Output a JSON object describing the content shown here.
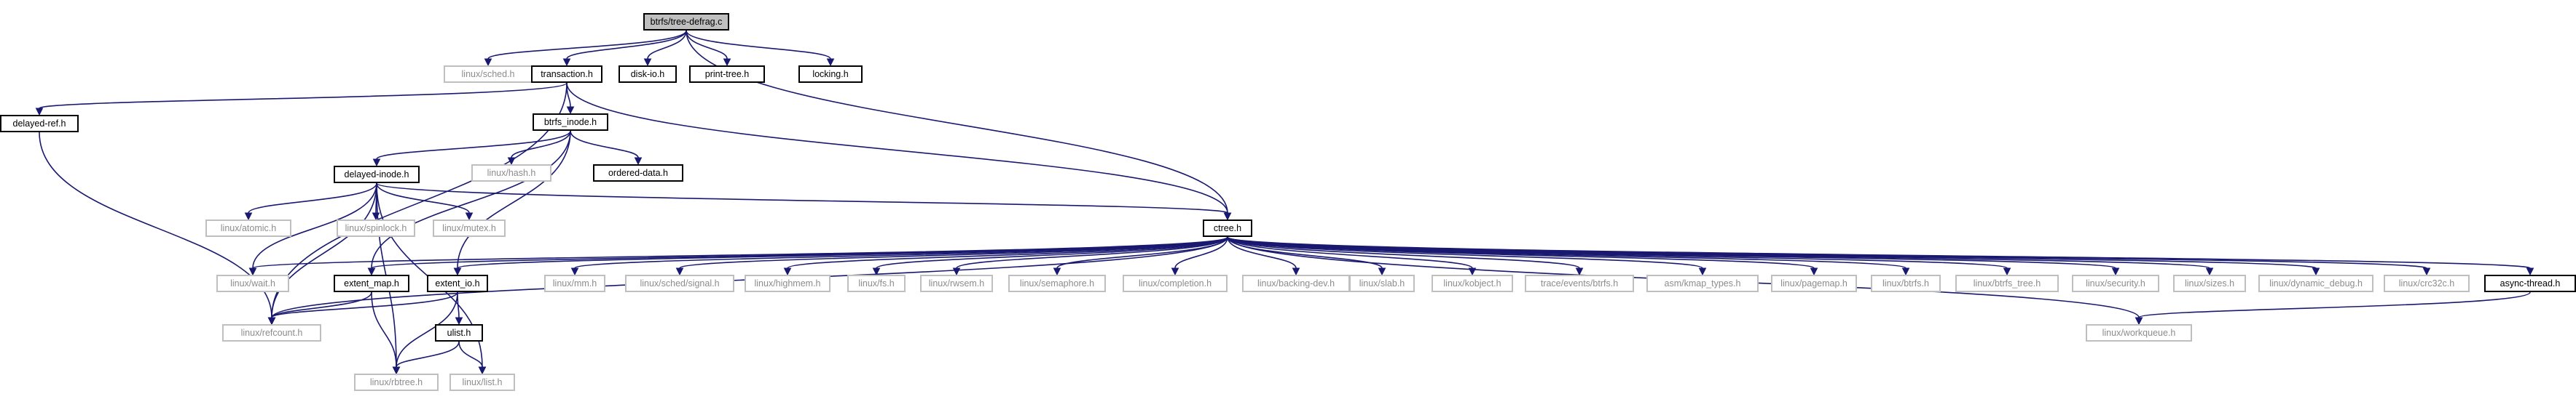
{
  "colors": {
    "edge": "#191970",
    "root_fill": "#bfbfbf",
    "documented_border": "#000000",
    "external_border": "#bfbfbf",
    "external_text": "#8c8c8c"
  },
  "graph": {
    "nodes": [
      {
        "id": "root",
        "label": "btrfs/tree-defrag.c",
        "kind": "root"
      },
      {
        "id": "linux_sched",
        "label": "linux/sched.h",
        "kind": "external"
      },
      {
        "id": "transaction",
        "label": "transaction.h",
        "kind": "documented"
      },
      {
        "id": "disk_io",
        "label": "disk-io.h",
        "kind": "documented"
      },
      {
        "id": "print_tree",
        "label": "print-tree.h",
        "kind": "documented"
      },
      {
        "id": "locking",
        "label": "locking.h",
        "kind": "documented"
      },
      {
        "id": "delayed_ref",
        "label": "delayed-ref.h",
        "kind": "documented"
      },
      {
        "id": "btrfs_inode",
        "label": "btrfs_inode.h",
        "kind": "documented"
      },
      {
        "id": "linux_hash",
        "label": "linux/hash.h",
        "kind": "external"
      },
      {
        "id": "ordered_data",
        "label": "ordered-data.h",
        "kind": "documented"
      },
      {
        "id": "delayed_inode",
        "label": "delayed-inode.h",
        "kind": "documented"
      },
      {
        "id": "linux_atomic",
        "label": "linux/atomic.h",
        "kind": "external"
      },
      {
        "id": "linux_spinlock",
        "label": "linux/spinlock.h",
        "kind": "external"
      },
      {
        "id": "linux_mutex",
        "label": "linux/mutex.h",
        "kind": "external"
      },
      {
        "id": "ctree",
        "label": "ctree.h",
        "kind": "documented"
      },
      {
        "id": "linux_wait",
        "label": "linux/wait.h",
        "kind": "external"
      },
      {
        "id": "extent_map",
        "label": "extent_map.h",
        "kind": "documented"
      },
      {
        "id": "extent_io",
        "label": "extent_io.h",
        "kind": "documented"
      },
      {
        "id": "linux_mm",
        "label": "linux/mm.h",
        "kind": "external"
      },
      {
        "id": "linux_sched_signal",
        "label": "linux/sched/signal.h",
        "kind": "external"
      },
      {
        "id": "linux_highmem",
        "label": "linux/highmem.h",
        "kind": "external"
      },
      {
        "id": "linux_fs",
        "label": "linux/fs.h",
        "kind": "external"
      },
      {
        "id": "linux_rwsem",
        "label": "linux/rwsem.h",
        "kind": "external"
      },
      {
        "id": "linux_semaphore",
        "label": "linux/semaphore.h",
        "kind": "external"
      },
      {
        "id": "linux_completion",
        "label": "linux/completion.h",
        "kind": "external"
      },
      {
        "id": "linux_backing_dev",
        "label": "linux/backing-dev.h",
        "kind": "external"
      },
      {
        "id": "linux_slab",
        "label": "linux/slab.h",
        "kind": "external"
      },
      {
        "id": "linux_kobject",
        "label": "linux/kobject.h",
        "kind": "external"
      },
      {
        "id": "trace_events_btrfs",
        "label": "trace/events/btrfs.h",
        "kind": "external"
      },
      {
        "id": "asm_kmap_types",
        "label": "asm/kmap_types.h",
        "kind": "external"
      },
      {
        "id": "linux_pagemap",
        "label": "linux/pagemap.h",
        "kind": "external"
      },
      {
        "id": "linux_btrfs",
        "label": "linux/btrfs.h",
        "kind": "external"
      },
      {
        "id": "linux_btrfs_tree",
        "label": "linux/btrfs_tree.h",
        "kind": "external"
      },
      {
        "id": "linux_security",
        "label": "linux/security.h",
        "kind": "external"
      },
      {
        "id": "linux_sizes",
        "label": "linux/sizes.h",
        "kind": "external"
      },
      {
        "id": "linux_dynamic_debug",
        "label": "linux/dynamic_debug.h",
        "kind": "external"
      },
      {
        "id": "linux_crc32c",
        "label": "linux/crc32c.h",
        "kind": "external"
      },
      {
        "id": "async_thread",
        "label": "async-thread.h",
        "kind": "documented"
      },
      {
        "id": "linux_refcount",
        "label": "linux/refcount.h",
        "kind": "external"
      },
      {
        "id": "ulist",
        "label": "ulist.h",
        "kind": "documented"
      },
      {
        "id": "linux_workqueue",
        "label": "linux/workqueue.h",
        "kind": "external"
      },
      {
        "id": "linux_rbtree",
        "label": "linux/rbtree.h",
        "kind": "external"
      },
      {
        "id": "linux_list",
        "label": "linux/list.h",
        "kind": "external"
      }
    ],
    "edges": [
      [
        "root",
        "linux_sched"
      ],
      [
        "root",
        "transaction"
      ],
      [
        "root",
        "disk_io"
      ],
      [
        "root",
        "print_tree"
      ],
      [
        "root",
        "locking"
      ],
      [
        "root",
        "ctree"
      ],
      [
        "transaction",
        "delayed_ref"
      ],
      [
        "transaction",
        "btrfs_inode"
      ],
      [
        "transaction",
        "ctree"
      ],
      [
        "transaction",
        "linux_refcount"
      ],
      [
        "delayed_ref",
        "linux_refcount"
      ],
      [
        "btrfs_inode",
        "linux_hash"
      ],
      [
        "btrfs_inode",
        "ordered_data"
      ],
      [
        "btrfs_inode",
        "delayed_inode"
      ],
      [
        "btrfs_inode",
        "extent_map"
      ],
      [
        "btrfs_inode",
        "extent_io"
      ],
      [
        "delayed_inode",
        "linux_atomic"
      ],
      [
        "delayed_inode",
        "linux_spinlock"
      ],
      [
        "delayed_inode",
        "linux_mutex"
      ],
      [
        "delayed_inode",
        "ctree"
      ],
      [
        "delayed_inode",
        "linux_wait"
      ],
      [
        "delayed_inode",
        "linux_refcount"
      ],
      [
        "delayed_inode",
        "linux_rbtree"
      ],
      [
        "delayed_inode",
        "linux_list"
      ],
      [
        "ctree",
        "linux_wait"
      ],
      [
        "ctree",
        "extent_map"
      ],
      [
        "ctree",
        "extent_io"
      ],
      [
        "ctree",
        "linux_refcount"
      ],
      [
        "ctree",
        "linux_mm"
      ],
      [
        "ctree",
        "linux_sched_signal"
      ],
      [
        "ctree",
        "linux_highmem"
      ],
      [
        "ctree",
        "linux_fs"
      ],
      [
        "ctree",
        "linux_rwsem"
      ],
      [
        "ctree",
        "linux_semaphore"
      ],
      [
        "ctree",
        "linux_completion"
      ],
      [
        "ctree",
        "linux_backing_dev"
      ],
      [
        "ctree",
        "linux_slab"
      ],
      [
        "ctree",
        "linux_kobject"
      ],
      [
        "ctree",
        "trace_events_btrfs"
      ],
      [
        "ctree",
        "asm_kmap_types"
      ],
      [
        "ctree",
        "linux_pagemap"
      ],
      [
        "ctree",
        "linux_btrfs"
      ],
      [
        "ctree",
        "linux_btrfs_tree"
      ],
      [
        "ctree",
        "linux_workqueue"
      ],
      [
        "ctree",
        "linux_security"
      ],
      [
        "ctree",
        "linux_sizes"
      ],
      [
        "ctree",
        "linux_dynamic_debug"
      ],
      [
        "ctree",
        "linux_crc32c"
      ],
      [
        "ctree",
        "async_thread"
      ],
      [
        "extent_map",
        "linux_refcount"
      ],
      [
        "extent_map",
        "linux_rbtree"
      ],
      [
        "extent_io",
        "linux_refcount"
      ],
      [
        "extent_io",
        "ulist"
      ],
      [
        "extent_io",
        "linux_rbtree"
      ],
      [
        "ulist",
        "linux_rbtree"
      ],
      [
        "ulist",
        "linux_list"
      ],
      [
        "async_thread",
        "linux_workqueue"
      ]
    ]
  }
}
